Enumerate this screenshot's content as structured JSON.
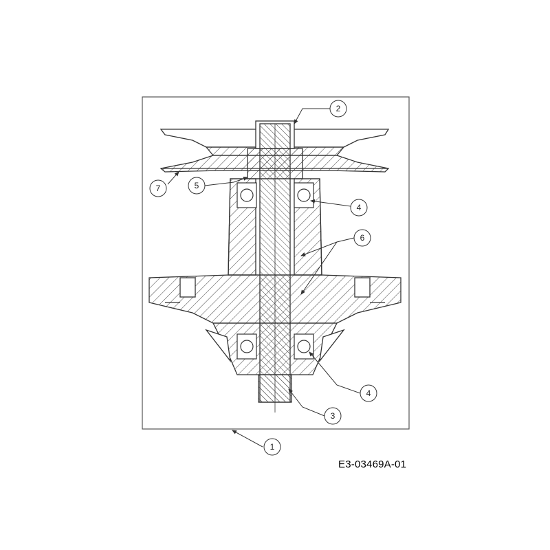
{
  "drawing_code": "E3-03469A-01",
  "callouts": {
    "c1": "1",
    "c2": "2",
    "c3": "3",
    "c4a": "4",
    "c4b": "4",
    "c5": "5",
    "c6": "6",
    "c7": "7"
  },
  "colors": {
    "line": "#333333",
    "highlight_callout": "#f2d54a"
  }
}
